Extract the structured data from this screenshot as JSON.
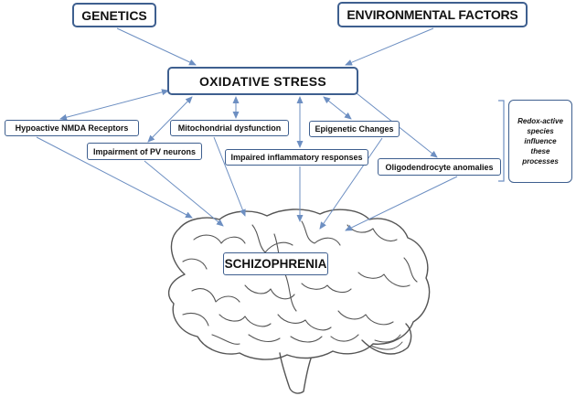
{
  "nodes": {
    "genetics": "GENETICS",
    "environmental": "ENVIRONMENTAL FACTORS",
    "oxidative_stress": "OXIDATIVE STRESS",
    "nmda": "Hypoactive NMDA Receptors",
    "mitochondrial": "Mitochondrial dysfunction",
    "epigenetic": "Epigenetic Changes",
    "pv": "Impairment of PV neurons",
    "inflammatory": "Impaired inflammatory responses",
    "oligodendrocyte": "Oligodendrocyte anomalies",
    "schizophrenia": "SCHIZOPHRENIA"
  },
  "note": "Redox-active\nspecies\ninfluence\nthese\nprocesses",
  "colors": {
    "box_border": "#3e5f8f",
    "arrow": "#6d8fc2",
    "brain_line": "#555555"
  }
}
